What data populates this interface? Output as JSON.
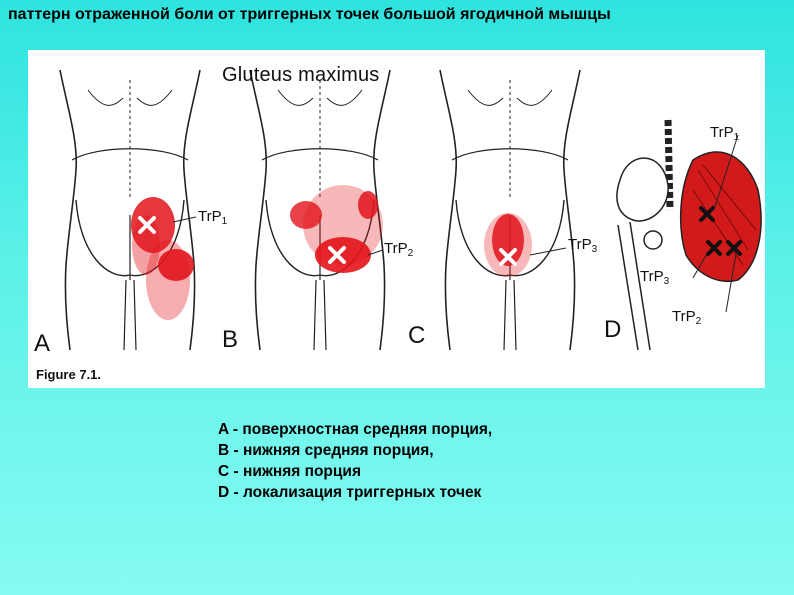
{
  "slide": {
    "title": "паттерн отраженной боли от триггерных точек большой ягодичной мышцы"
  },
  "figure": {
    "heading": "Gluteus maximus",
    "caption": "Figure 7.1.",
    "panel_letters": [
      "A",
      "B",
      "C",
      "D"
    ],
    "trp_labels": [
      {
        "text": "TrP",
        "sub": "1"
      },
      {
        "text": "TrP",
        "sub": "2"
      },
      {
        "text": "TrP",
        "sub": "3"
      },
      {
        "text": "TrP",
        "sub": "1"
      },
      {
        "text": "TrP",
        "sub": "3"
      },
      {
        "text": "TrP",
        "sub": "2"
      }
    ],
    "colors": {
      "pain_red": "#e3141c",
      "outline": "#222222",
      "muscle_red": "#d21a1a"
    }
  },
  "legend": {
    "items": [
      "A - поверхностная средняя порция,",
      "B - нижняя средняя порция,",
      "C - нижняя порция",
      "D - локализация  триггерных точек"
    ]
  }
}
